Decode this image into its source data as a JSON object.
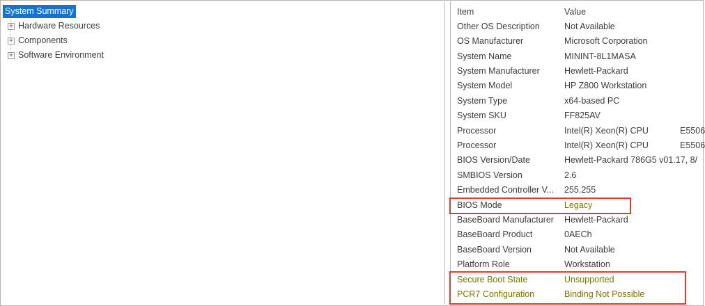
{
  "colors": {
    "selection_bg": "#1373d3",
    "selection_text": "#ffffff",
    "text": "#3c3c3c",
    "border_color": "#b5b5b5",
    "highlight_olive": "#7b7400",
    "annotation_red": "#e03a2e"
  },
  "icons": {
    "expand_plus": "+"
  },
  "tree": {
    "selected_item": "System Summary",
    "items": [
      {
        "label": "Hardware Resources"
      },
      {
        "label": "Components"
      },
      {
        "label": "Software Environment"
      }
    ]
  },
  "details": {
    "columns": [
      "Item",
      "Value"
    ],
    "rows": [
      {
        "item": "Other OS Description",
        "value": "Not Available"
      },
      {
        "item": "OS Manufacturer",
        "value": "Microsoft Corporation"
      },
      {
        "item": "System Name",
        "value": "MININT-8L1MASA"
      },
      {
        "item": "System Manufacturer",
        "value": "Hewlett-Packard"
      },
      {
        "item": "System Model",
        "value": "HP Z800 Workstation"
      },
      {
        "item": "System Type",
        "value": "x64-based PC"
      },
      {
        "item": "System SKU",
        "value": "FF825AV"
      },
      {
        "item": "Processor",
        "value": "Intel(R) Xeon(R) CPU             E5506"
      },
      {
        "item": "Processor",
        "value": "Intel(R) Xeon(R) CPU             E5506"
      },
      {
        "item": "BIOS Version/Date",
        "value": "Hewlett-Packard 786G5 v01.17, 8/"
      },
      {
        "item": "SMBIOS Version",
        "value": "2.6"
      },
      {
        "item": "Embedded Controller V...",
        "value": "255.255"
      },
      {
        "item": "BIOS Mode",
        "value": "Legacy"
      },
      {
        "item": "BaseBoard Manufacturer",
        "value": "Hewlett-Packard"
      },
      {
        "item": "BaseBoard Product",
        "value": "0AECh"
      },
      {
        "item": "BaseBoard Version",
        "value": "Not Available"
      },
      {
        "item": "Platform Role",
        "value": "Workstation"
      },
      {
        "item": "Secure Boot State",
        "value": "Unsupported"
      },
      {
        "item": "PCR7 Configuration",
        "value": "Binding Not Possible"
      }
    ]
  }
}
